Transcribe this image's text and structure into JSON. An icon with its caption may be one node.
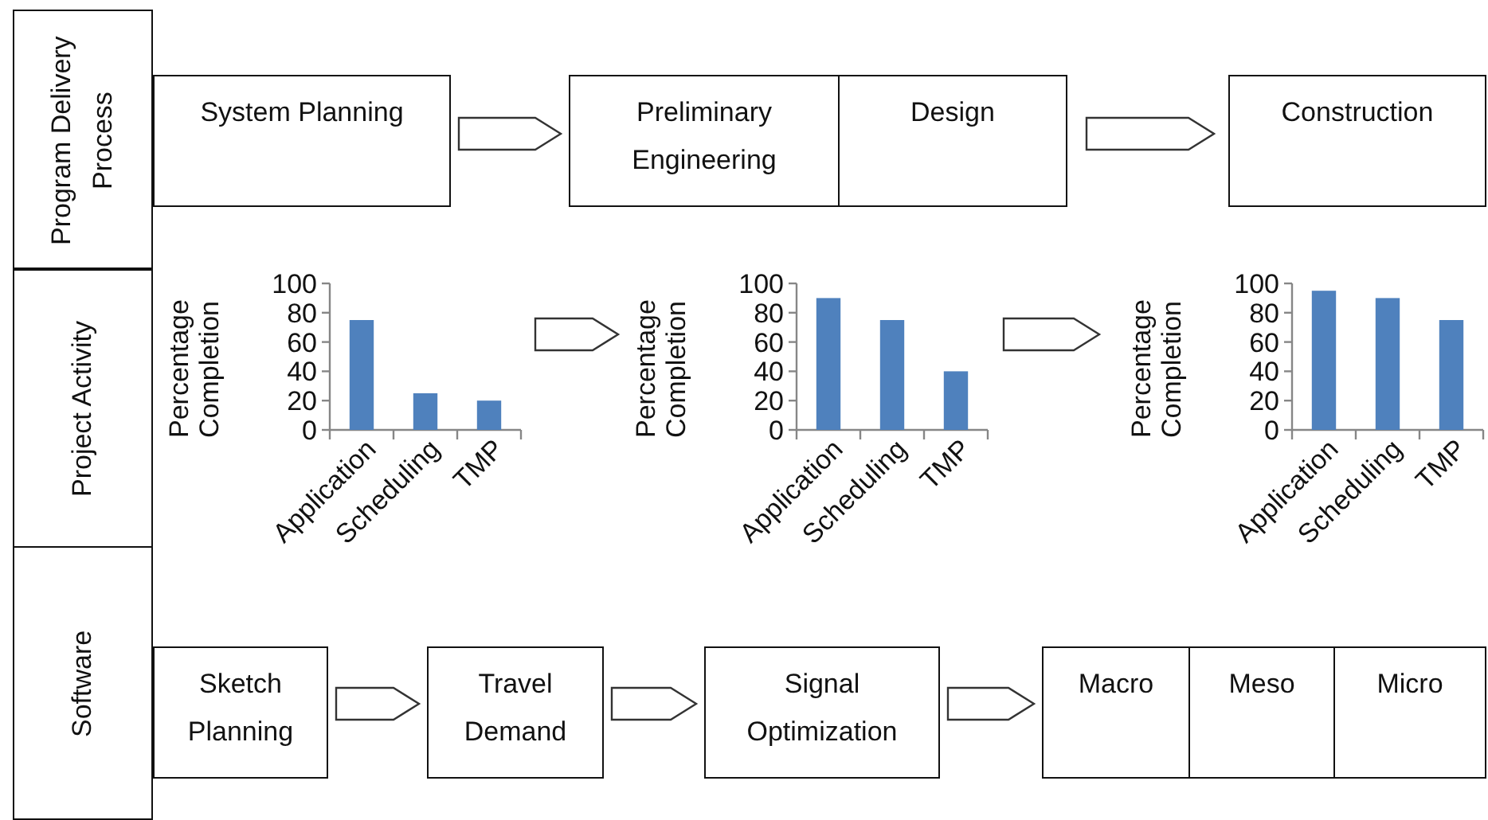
{
  "diagram": {
    "nodes": [
      {
        "text": [
          "Program Delivery Process"
        ]
      },
      {
        "text": [
          "System Planning"
        ]
      },
      {
        "text": [
          "Preliminary Engineering"
        ]
      },
      {
        "text": [
          "Design"
        ]
      },
      {
        "text": [
          "Construction"
        ]
      },
      {
        "text": [
          "Project Activity"
        ]
      },
      {
        "text": [
          "Software"
        ]
      },
      {
        "text": [
          "Sketch Planning"
        ]
      },
      {
        "text": [
          "Travel Demand"
        ]
      },
      {
        "text": [
          "Signal Optimization"
        ]
      },
      {
        "text": [
          "Macro"
        ]
      },
      {
        "text": [
          "Meso"
        ]
      },
      {
        "text": [
          "Micro"
        ]
      }
    ],
    "edges": [
      {
        "from": 1,
        "to": 2,
        "arrow": "to"
      },
      {
        "from": 3,
        "to": 4,
        "arrow": "to"
      },
      {
        "from": 7,
        "to": 8,
        "arrow": "to"
      },
      {
        "from": 8,
        "to": 9,
        "arrow": "to"
      },
      {
        "from": 9,
        "to": 10,
        "arrow": "to"
      }
    ],
    "chart_data": [
      {
        "type": "bar",
        "ylabel": "Percentage Completion",
        "categories": [
          "Application",
          "Scheduling",
          "TMP"
        ],
        "ylim": [
          0,
          100
        ],
        "yticks": [
          0,
          20,
          40,
          60,
          80,
          100
        ],
        "series": [
          {
            "color": "#4f81bd",
            "values": [
              75,
              25,
              20
            ]
          }
        ]
      },
      {
        "type": "bar",
        "ylabel": "Percentage Completion",
        "categories": [
          "Application",
          "Scheduling",
          "TMP"
        ],
        "ylim": [
          0,
          100
        ],
        "yticks": [
          0,
          20,
          40,
          60,
          80,
          100
        ],
        "series": [
          {
            "color": "#4f81bd",
            "values": [
              90,
              75,
              40
            ]
          }
        ]
      },
      {
        "type": "bar",
        "ylabel": "Percentage Completion",
        "categories": [
          "Application",
          "Scheduling",
          "TMP"
        ],
        "ylim": [
          0,
          100
        ],
        "yticks": [
          0,
          20,
          40,
          60,
          80,
          100
        ],
        "series": [
          {
            "color": "#4f81bd",
            "values": [
              95,
              90,
              75
            ]
          }
        ]
      }
    ]
  }
}
